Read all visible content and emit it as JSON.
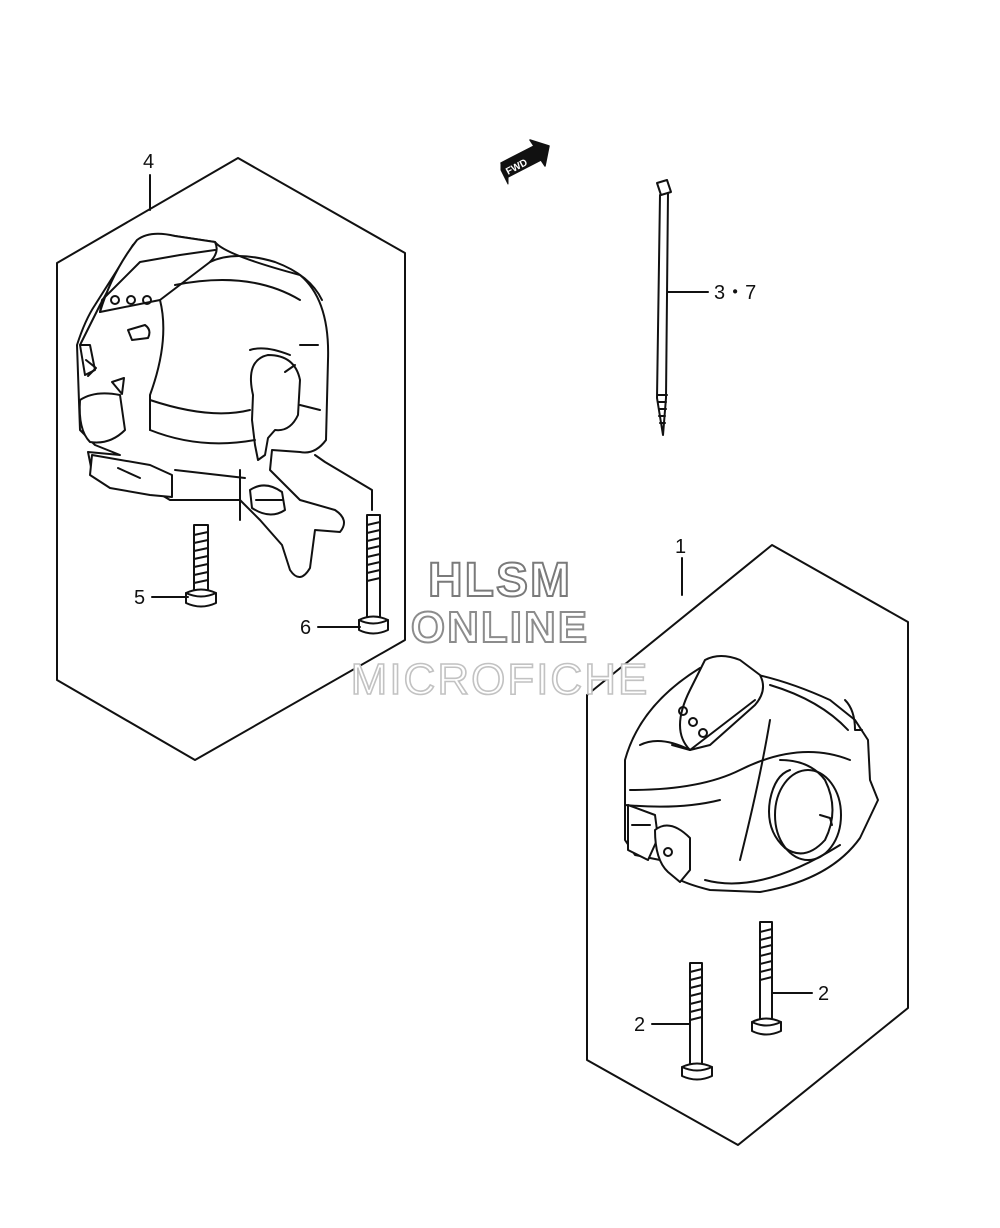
{
  "callouts": {
    "part_4": "4",
    "part_5": "5",
    "part_6": "6",
    "part_3_7": "3・7",
    "part_1": "1",
    "part_2a": "2",
    "part_2b": "2"
  },
  "direction_badge": "FWD",
  "watermark": {
    "line1": "HLSM",
    "line2": "ONLINE",
    "line3": "MICROFICHE"
  },
  "colors": {
    "line": "#111111",
    "fill": "#ffffff",
    "watermark": "#9a9a9a"
  }
}
